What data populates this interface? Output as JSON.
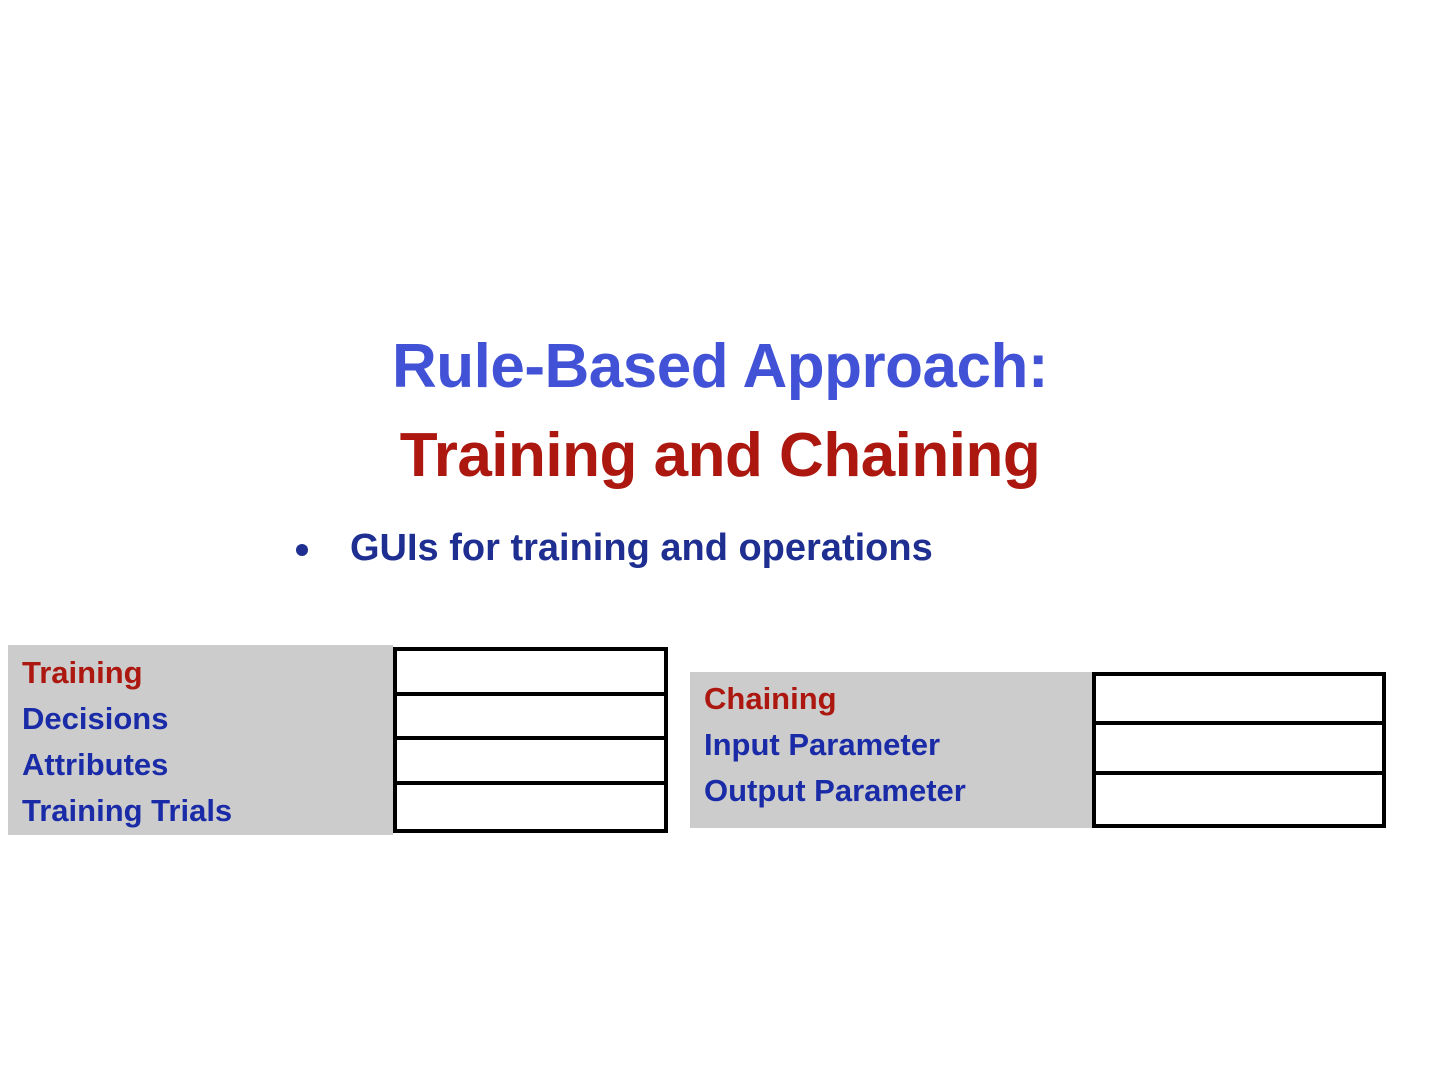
{
  "slide": {
    "background_color": "#ffffff",
    "title": {
      "line1": "Rule-Based Approach:",
      "line2": "Training and Chaining",
      "line1_color": "#4252d6",
      "line2_color": "#ac1810"
    },
    "bullets": [
      {
        "marker": "bullet-dot",
        "text": "GUIs for training and operations",
        "color": "#1e2f91"
      }
    ],
    "panels": [
      {
        "id": "training",
        "panel_background": "#cccccc",
        "heading": "Training",
        "heading_color": "#ac1810",
        "labels": [
          "Decisions",
          "Attributes",
          "Training Trials"
        ],
        "label_color": "#1a2ba8",
        "fields": [
          {
            "value": ""
          },
          {
            "value": ""
          },
          {
            "value": ""
          },
          {
            "value": ""
          }
        ]
      },
      {
        "id": "chaining",
        "panel_background": "#cccccc",
        "heading": "Chaining",
        "heading_color": "#ac1810",
        "labels": [
          "Input Parameter",
          "Output Parameter"
        ],
        "label_color": "#1a2ba8",
        "fields": [
          {
            "value": ""
          },
          {
            "value": ""
          },
          {
            "value": ""
          }
        ]
      }
    ]
  }
}
